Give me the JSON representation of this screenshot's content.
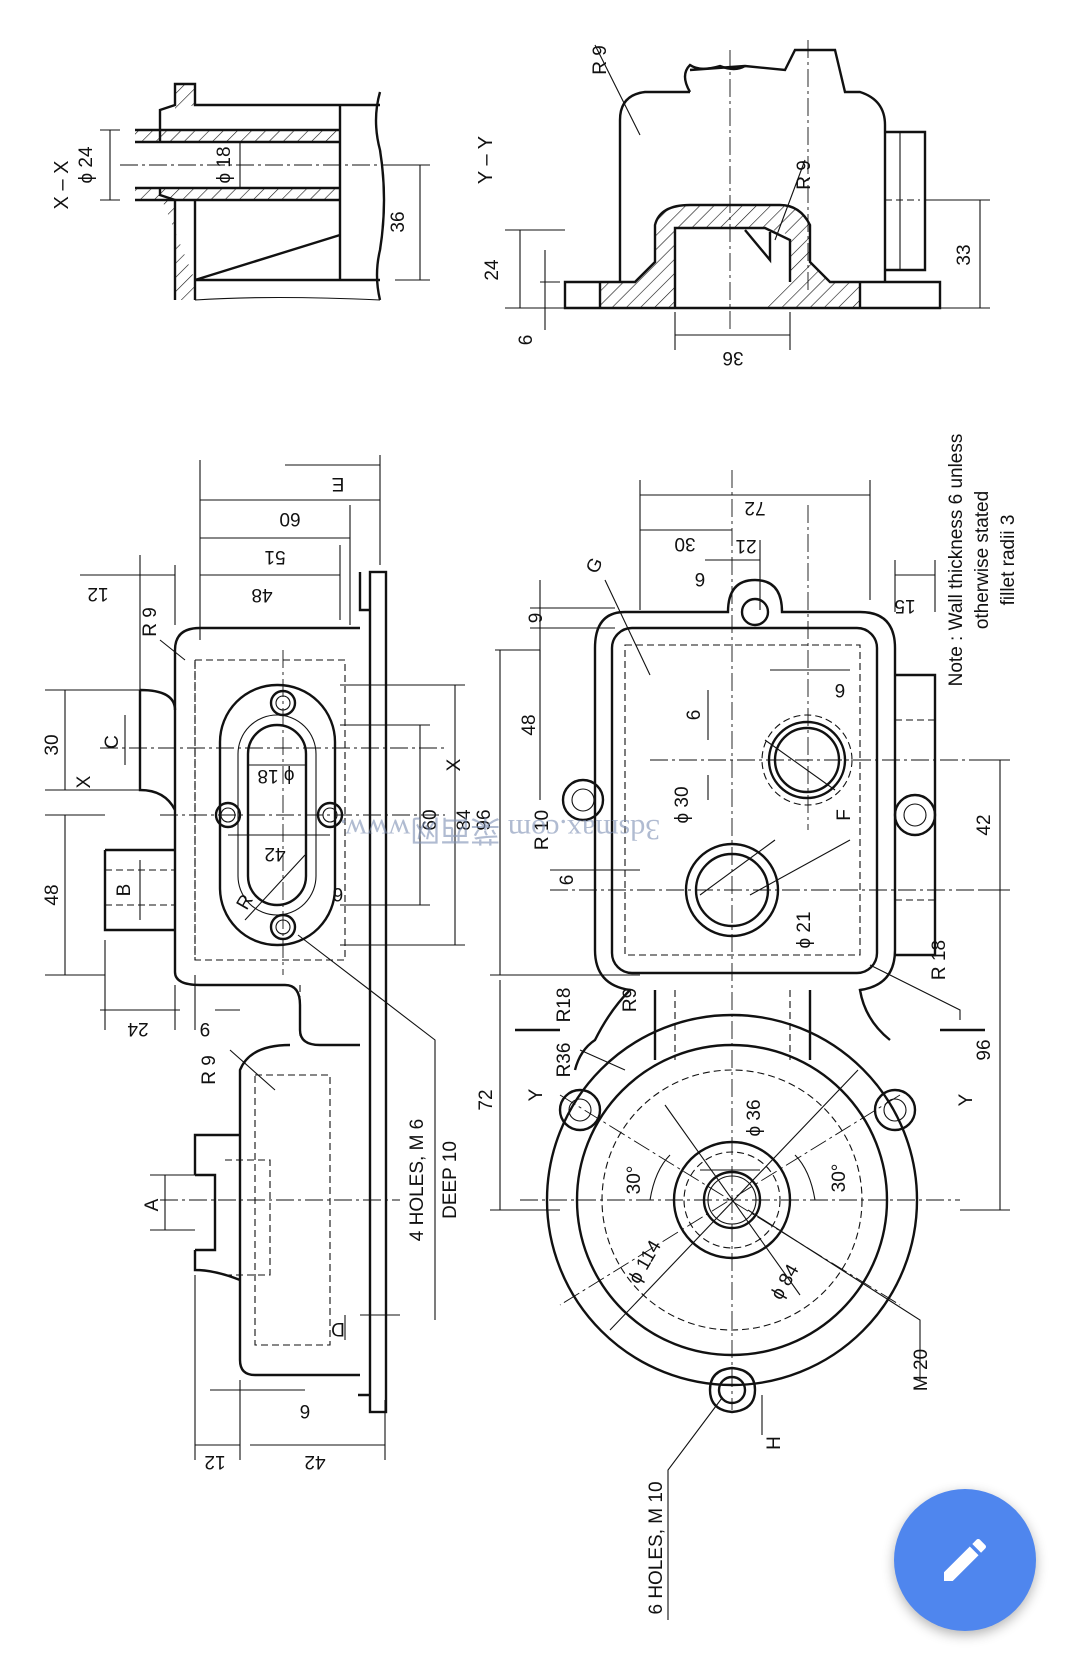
{
  "section_labels": {
    "xx": "X – X",
    "yy": "Y – Y"
  },
  "xx_dims": [
    "ϕ 24",
    "ϕ 18",
    "36"
  ],
  "yy_dims": [
    "R 9",
    "R 9",
    "24",
    "6",
    "36",
    "33"
  ],
  "front_dims": [
    "E",
    "60",
    "51",
    "48",
    "12",
    "R 9",
    "30",
    "C",
    "X",
    "ϕ 18",
    "60",
    "84",
    "X",
    "48",
    "B",
    "42",
    "R",
    "6",
    "24",
    "9",
    "R 9",
    "A",
    "4 HOLES, M 6",
    "DEEP 10",
    "D",
    "6",
    "12",
    "42"
  ],
  "plan_dims": [
    "72",
    "30",
    "21",
    "6",
    "G",
    "9",
    "15",
    "48",
    "6",
    "6",
    "R 10",
    "ϕ 30",
    "F",
    "6",
    "96",
    "42",
    "ϕ 21",
    "R 18",
    "R18",
    "R9",
    "72",
    "96",
    "R36",
    "Y",
    "Y",
    "ϕ 36",
    "30°",
    "30°",
    "ϕ 114",
    "ϕ 84",
    "M 20",
    "H",
    "6 HOLES, M 10"
  ],
  "note": [
    "Note : Wall thickness 6 unless",
    "otherwise stated",
    "fillet radii 3"
  ],
  "watermark": "3dsmax.com 菜西网www.",
  "fab": {
    "icon": "pencil-edit-icon",
    "color": "#4f86ee"
  }
}
